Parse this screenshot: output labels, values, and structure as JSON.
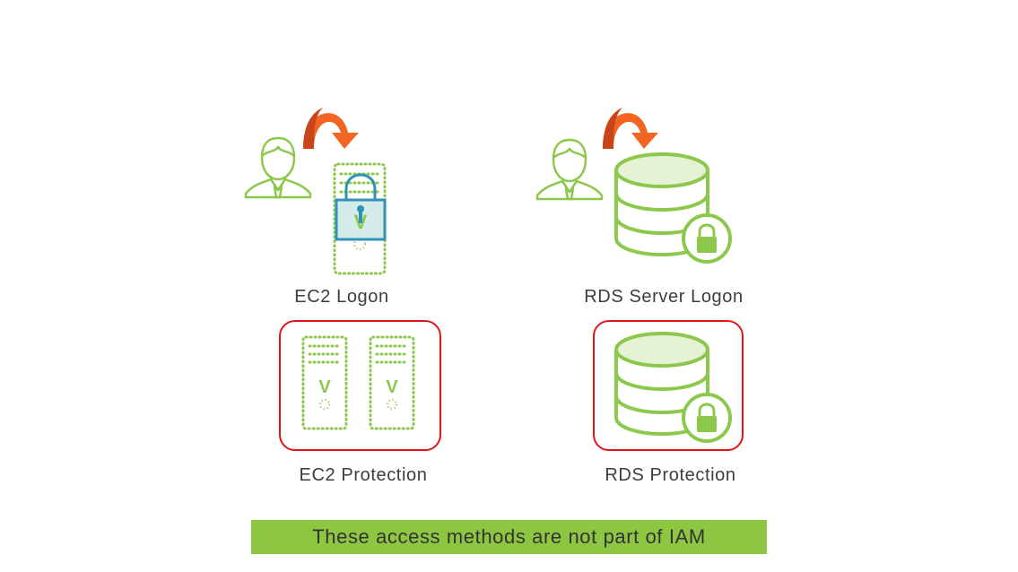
{
  "colors": {
    "green": "#8cc84b",
    "light_green_fill": "#e6f2d4",
    "teal": "#2f93b6",
    "orange": "#f26522",
    "dark_orange": "#c8441b",
    "red_border": "#e2151b",
    "banner_bg": "#8dc641",
    "text": "#3d3d3d"
  },
  "panels": {
    "ec2_logon": {
      "caption": "EC2 Logon",
      "icons": [
        "user-icon",
        "curved-arrow-icon",
        "server-icon",
        "padlock-icon"
      ]
    },
    "rds_logon": {
      "caption": "RDS Server Logon",
      "icons": [
        "user-icon",
        "curved-arrow-icon",
        "database-icon",
        "lock-badge-icon"
      ]
    },
    "ec2_protection": {
      "caption": "EC2 Protection",
      "icons": [
        "server-icon",
        "server-icon"
      ],
      "server_letter": "V"
    },
    "rds_protection": {
      "caption": "RDS Protection",
      "icons": [
        "database-icon",
        "lock-badge-icon"
      ]
    }
  },
  "banner": {
    "text": "These access methods are not part of IAM"
  }
}
